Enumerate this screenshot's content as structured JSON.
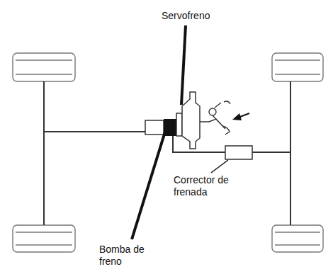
{
  "diagram": {
    "labels": [
      "Servofreno",
      "Corrector de frenada",
      "Bomba de freno"
    ]
  }
}
